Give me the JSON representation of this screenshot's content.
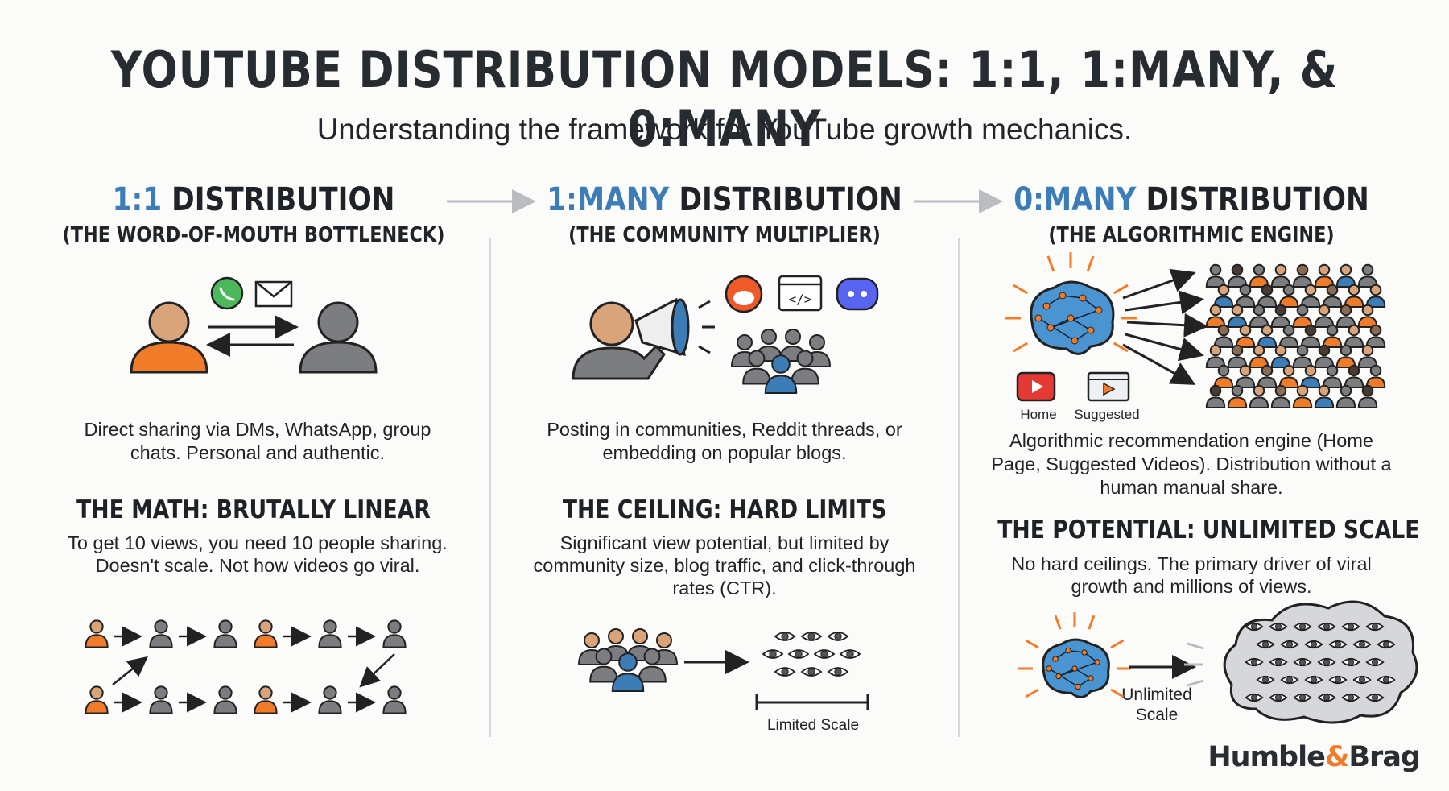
{
  "title": "YOUTUBE DISTRIBUTION MODELS: 1:1, 1:MANY, & 0:MANY",
  "subtitle": "Understanding the framework for YouTube growth mechanics.",
  "columns": [
    {
      "ratio": "1:1",
      "heading": "DISTRIBUTION",
      "subheading": "(THE WORD-OF-MOUTH BOTTLENECK)",
      "description": "Direct sharing via DMs, WhatsApp, group chats. Personal and authentic.",
      "section_heading": "THE MATH: BRUTALLY LINEAR",
      "section_text": "To get 10 views, you need 10 people sharing. Doesn't scale. Not how videos go viral."
    },
    {
      "ratio": "1:MANY",
      "heading": "DISTRIBUTION",
      "subheading": "(THE COMMUNITY MULTIPLIER)",
      "description": "Posting in communities, Reddit threads, or embedding on popular blogs.",
      "section_heading": "THE CEILING: HARD LIMITS",
      "section_text": "Significant view potential, but limited by community size, blog traffic, and click-through rates (CTR).",
      "scale_label": "Limited Scale"
    },
    {
      "ratio": "0:MANY",
      "heading": "DISTRIBUTION",
      "subheading": "(THE ALGORITHMIC ENGINE)",
      "description": "Algorithmic recommendation engine (Home Page, Suggested Videos). Distribution without a human manual share.",
      "section_heading": "THE POTENTIAL: UNLIMITED SCALE",
      "section_text": "No hard ceilings. The primary driver of viral growth and millions of views.",
      "home_label": "Home",
      "suggested_label": "Suggested",
      "scale_label": "Unlimited Scale"
    }
  ],
  "brand": {
    "name": "Humble",
    "amp": "&",
    "name2": "Brag"
  },
  "colors": {
    "accent_blue": "#3d7db7",
    "accent_orange": "#f07c2a",
    "person_gray": "#7b7d80",
    "person_skin": "#d9a47a"
  }
}
